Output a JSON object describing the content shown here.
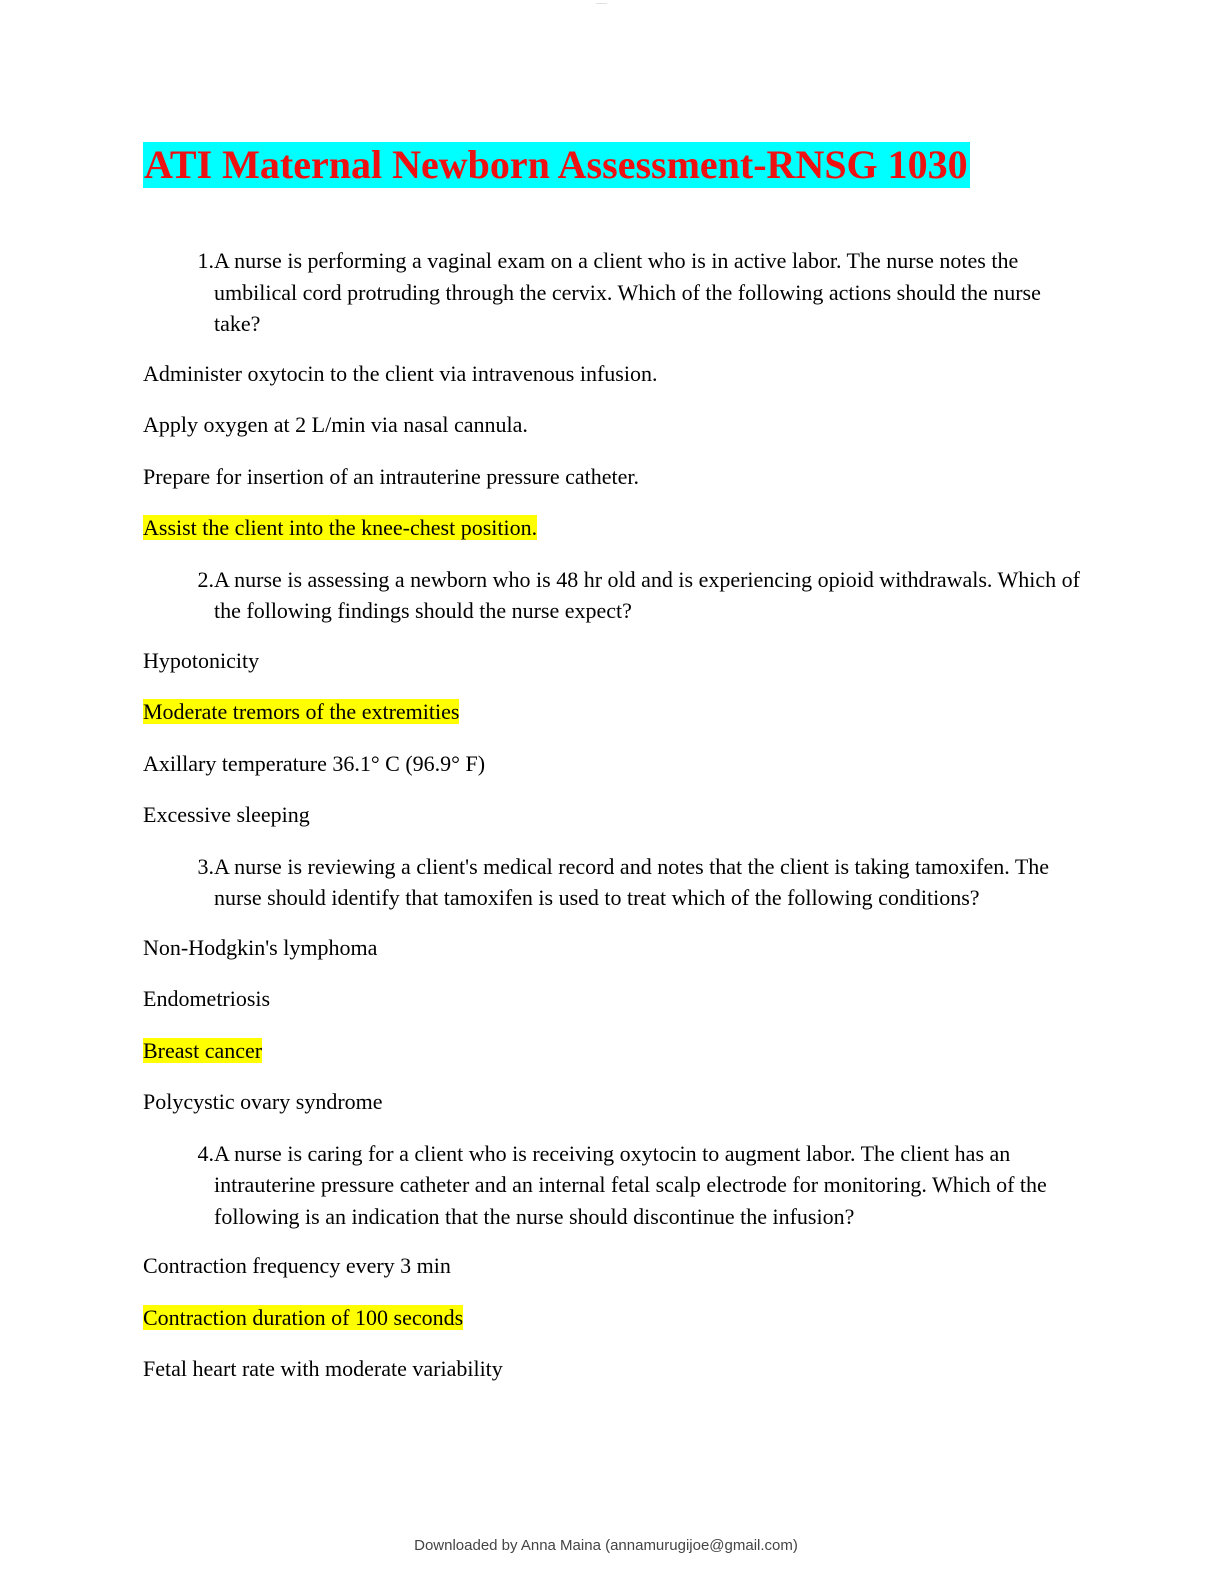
{
  "header": {
    "mark": "_____"
  },
  "document": {
    "title": "ATI Maternal Newborn Assessment-RNSG 1030",
    "title_color": "#ee1111",
    "title_highlight": "#00ffff",
    "answer_highlight": "#ffff00"
  },
  "questions": [
    {
      "number": "1.",
      "text": "A nurse is performing a vaginal exam on a client who is in active labor. The nurse notes the umbilical cord protruding through the cervix. Which of the following actions should the nurse take?",
      "options": [
        {
          "text": "Administer oxytocin to the client via intravenous infusion.",
          "answer": false
        },
        {
          "text": "Apply oxygen at 2 L/min via nasal cannula.",
          "answer": false
        },
        {
          "text": "Prepare for insertion of an intrauterine pressure catheter.",
          "answer": false
        },
        {
          "text": "Assist the client into the knee-chest position.",
          "answer": true
        }
      ]
    },
    {
      "number": "2.",
      "text": "A nurse is assessing a newborn who is 48 hr old and is experiencing opioid withdrawals. Which of the following findings should the nurse expect?",
      "options": [
        {
          "text": "Hypotonicity",
          "answer": false
        },
        {
          "text": "Moderate tremors of the extremities",
          "answer": true
        },
        {
          "text": "Axillary temperature 36.1° C (96.9° F)",
          "answer": false
        },
        {
          "text": "Excessive sleeping",
          "answer": false
        }
      ]
    },
    {
      "number": "3.",
      "text": "A nurse is reviewing a client's medical record and notes that the client is taking tamoxifen. The nurse should identify that tamoxifen is used to treat which of the following conditions?",
      "options": [
        {
          "text": "Non-Hodgkin's lymphoma",
          "answer": false
        },
        {
          "text": "Endometriosis",
          "answer": false
        },
        {
          "text": "Breast cancer",
          "answer": true
        },
        {
          "text": "Polycystic ovary syndrome",
          "answer": false
        }
      ]
    },
    {
      "number": "4.",
      "text": "A nurse is caring for a client who is receiving oxytocin to augment labor. The client has an intrauterine pressure catheter and an internal fetal scalp electrode for monitoring. Which of the following is an indication that the nurse should discontinue the infusion?",
      "options": [
        {
          "text": "Contraction frequency every 3 min",
          "answer": false
        },
        {
          "text": "Contraction duration of 100 seconds",
          "answer": true
        },
        {
          "text": "Fetal heart rate with moderate variability",
          "answer": false
        }
      ]
    }
  ],
  "footer": {
    "text": "Downloaded by Anna Maina (annamurugijoe@gmail.com)"
  }
}
